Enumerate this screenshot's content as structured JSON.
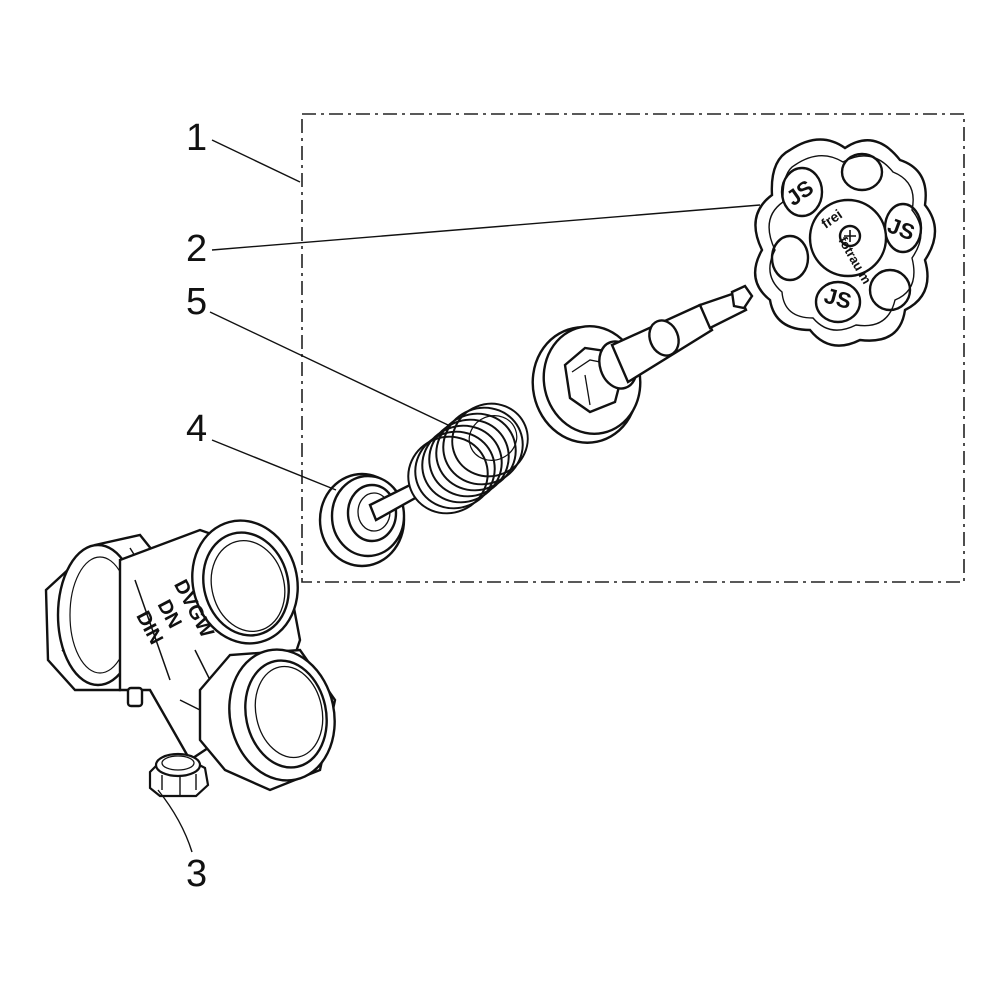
{
  "callouts": [
    {
      "id": "1",
      "label": "1"
    },
    {
      "id": "2",
      "label": "2"
    },
    {
      "id": "3",
      "label": "3"
    },
    {
      "id": "4",
      "label": "4"
    },
    {
      "id": "5",
      "label": "5"
    }
  ],
  "handwheel": {
    "ring_text": "frei",
    "ring_text_2": "fotrau m",
    "logo": "JS"
  },
  "body_marking": {
    "line1": "DVGW",
    "line2": "DN",
    "line3": "DIN"
  },
  "colors": {
    "ink": "#111111",
    "paper": "#ffffff"
  }
}
